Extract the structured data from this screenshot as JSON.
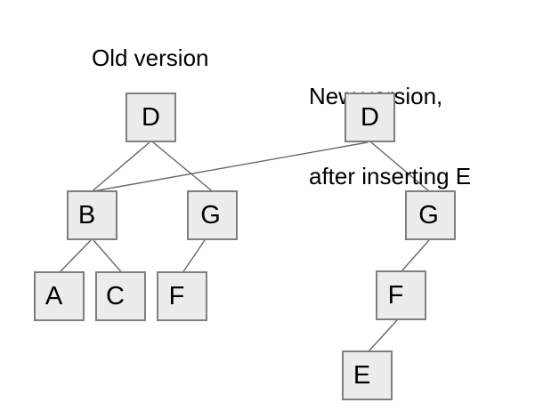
{
  "titles": {
    "old": "Old version",
    "new_line1": "New version,",
    "new_line2": "after inserting E"
  },
  "nodes": {
    "old_d": "D",
    "old_b": "B",
    "old_g": "G",
    "a": "A",
    "c": "C",
    "old_f": "F",
    "new_d": "D",
    "new_g": "G",
    "new_f": "F",
    "e": "E"
  },
  "edges": [
    {
      "from": "old_d",
      "to": "old_b"
    },
    {
      "from": "old_d",
      "to": "old_g"
    },
    {
      "from": "old_b",
      "to": "a"
    },
    {
      "from": "old_b",
      "to": "c"
    },
    {
      "from": "old_g",
      "to": "old_f"
    },
    {
      "from": "new_d",
      "to": "old_b"
    },
    {
      "from": "new_d",
      "to": "new_g"
    },
    {
      "from": "new_g",
      "to": "new_f"
    },
    {
      "from": "new_f",
      "to": "e"
    }
  ],
  "colors": {
    "background": "#ffffff",
    "node_fill": "#ececec",
    "node_border": "#7f7f7f",
    "edge_color": "#666666",
    "text_color": "#000000"
  }
}
